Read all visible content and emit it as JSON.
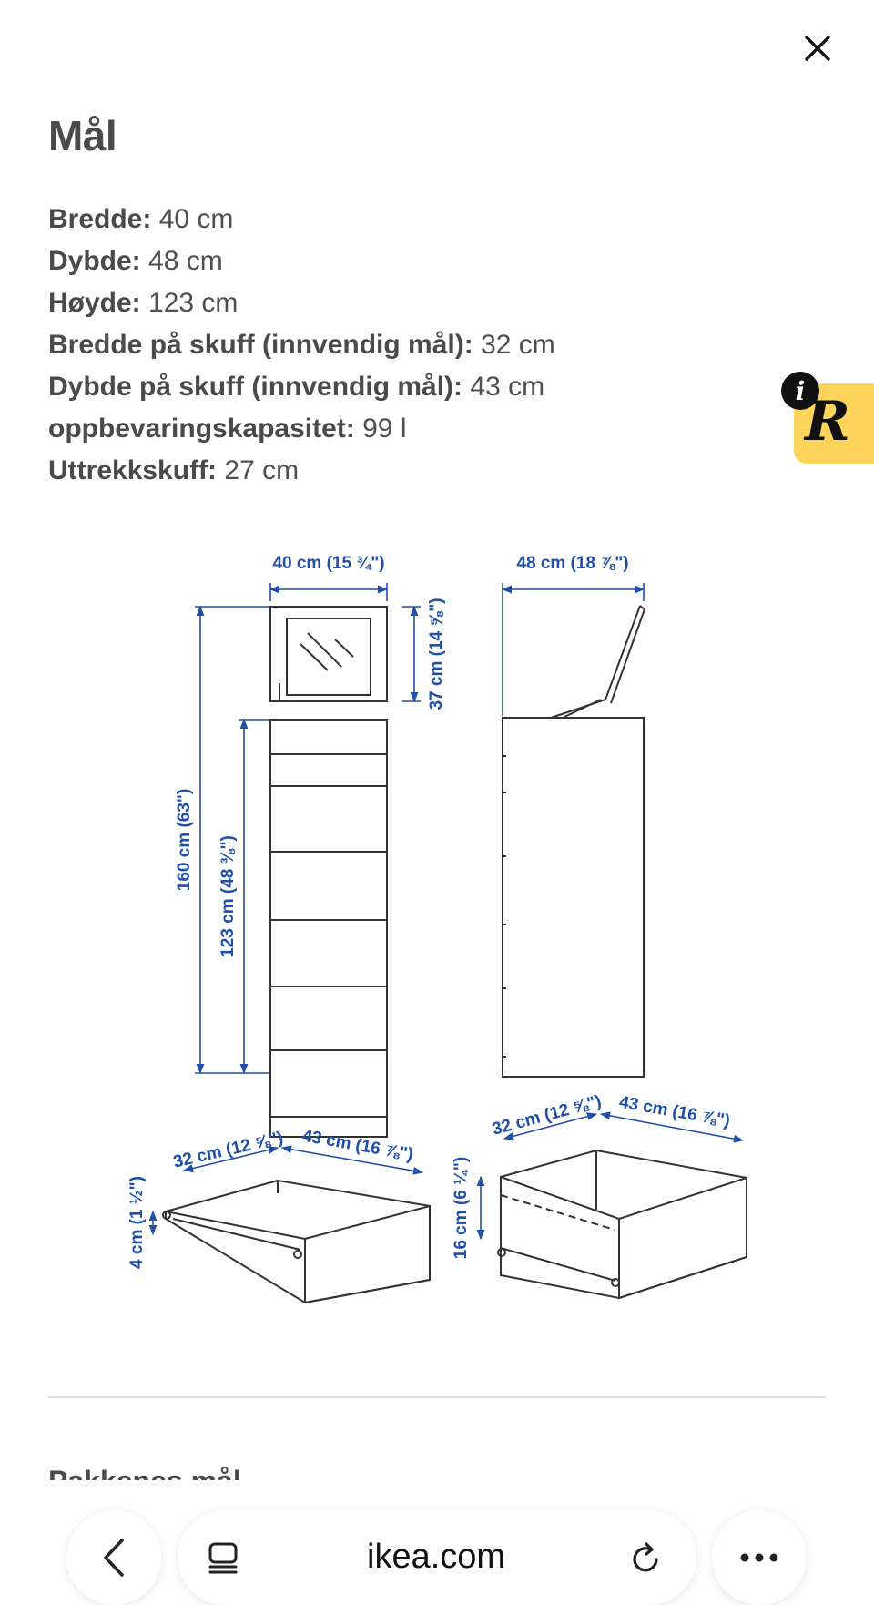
{
  "header": {
    "title": "Mål",
    "close_icon": "close-icon"
  },
  "specs": [
    {
      "label": "Bredde:",
      "value": "40 cm"
    },
    {
      "label": "Dybde:",
      "value": "48 cm"
    },
    {
      "label": "Høyde:",
      "value": "123 cm"
    },
    {
      "label": "Bredde på skuff (innvendig mål):",
      "value": "32 cm"
    },
    {
      "label": "Dybde på skuff (innvendig mål):",
      "value": "43 cm"
    },
    {
      "label": "oppbevaringskapasitet:",
      "value": "99 l"
    },
    {
      "label": "Uttrekkskuff:",
      "value": "27 cm"
    }
  ],
  "badge": {
    "info": "i",
    "letter": "R",
    "color": "#ffd45a"
  },
  "diagram": {
    "dimension_color": "#1f4fa8",
    "labels": {
      "front_width": "40 cm (15 ¾\")",
      "side_depth": "48 cm (18 ⅞\")",
      "mirror_height": "37 cm (14 ⅝\")",
      "total_height": "160 cm (63\")",
      "body_height": "123 cm (48 ⅜\")",
      "small_drawer_width": "32 cm (12 ⅝\")",
      "small_drawer_depth": "43 cm (16 ⅞\")",
      "small_drawer_height": "4 cm (1 ½\")",
      "large_drawer_width": "32 cm (12 ⅝\")",
      "large_drawer_depth": "43 cm (16 ⅞\")",
      "large_drawer_height": "16 cm (6 ¼\")"
    }
  },
  "next_section": {
    "heading": "Pakkenes mål"
  },
  "toolbar": {
    "url": "ikea.com",
    "icons": [
      "back-icon",
      "tabs-icon",
      "reload-icon",
      "more-icon"
    ]
  }
}
